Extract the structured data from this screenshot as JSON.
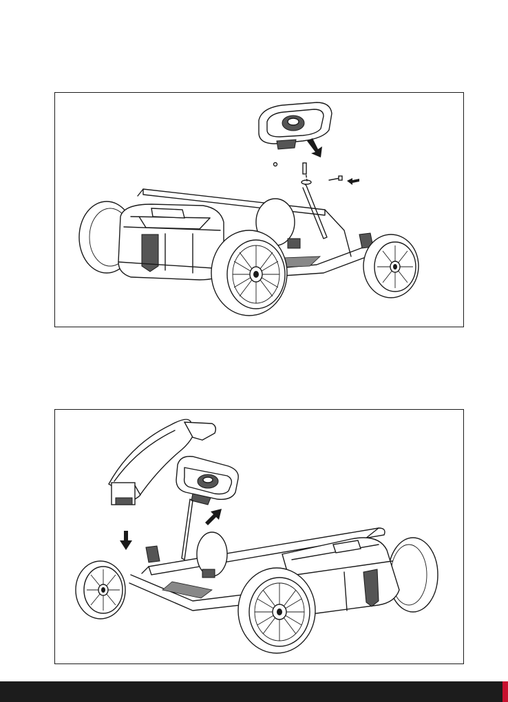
{
  "figures": [
    {
      "id": "steering-wheel-install",
      "parts": [
        "steering-wheel",
        "steering-column",
        "bolt",
        "nut",
        "go-kart-body"
      ]
    },
    {
      "id": "seat-frame-install",
      "parts": [
        "seat-frame",
        "steering-wheel",
        "go-kart-body"
      ]
    }
  ],
  "colors": {
    "line": "#1a1a1a",
    "footer": "#1c1c1c",
    "accent": "#c8102e"
  },
  "icons": [
    "arrow-down-icon",
    "arrow-left-icon",
    "arrow-up-right-icon"
  ]
}
